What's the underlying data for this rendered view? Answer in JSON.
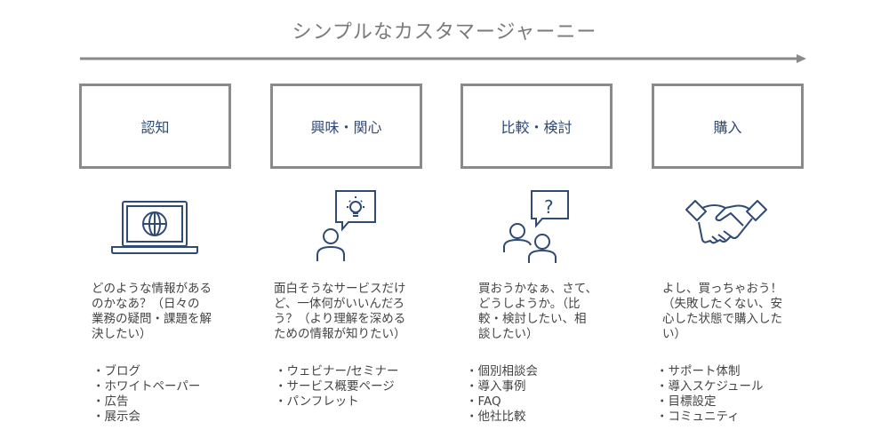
{
  "title": "シンプルなカスタマージャーニー",
  "colors": {
    "accent": "#2f4a75",
    "border": "#8a8a8a",
    "text": "#444444"
  },
  "stages": [
    {
      "label": "認知",
      "icon": "laptop-globe-icon",
      "description": "どのような情報がある\nのかなあ？（日々の\n業務の疑問・課題を解\n決したい）",
      "items": [
        "ブログ",
        "ホワイトペーパー",
        "広告",
        "展示会"
      ]
    },
    {
      "label": "興味・関心",
      "icon": "person-idea-icon",
      "description": "面白そうなサービスだけ\nど、一体何がいいんだろ\nう？（より理解を深める\nための情報が知りたい）",
      "items": [
        "ウェビナー/セミナー",
        "サービス概要ページ",
        "パンフレット"
      ]
    },
    {
      "label": "比較・検討",
      "icon": "people-question-icon",
      "description": "買おうかなぁ、さて、\nどうしようか。（比\n較・検討したい、相\n談したい）",
      "items": [
        "個別相談会",
        "導入事例",
        "FAQ",
        "他社比較"
      ]
    },
    {
      "label": "購入",
      "icon": "handshake-icon",
      "description": "よし、買っちゃおう！\n（失敗したくない、安\n心した状態で購入した\nい）",
      "items": [
        "サポート体制",
        "導入スケジュール",
        "目標設定",
        "コミュニティ"
      ]
    }
  ]
}
